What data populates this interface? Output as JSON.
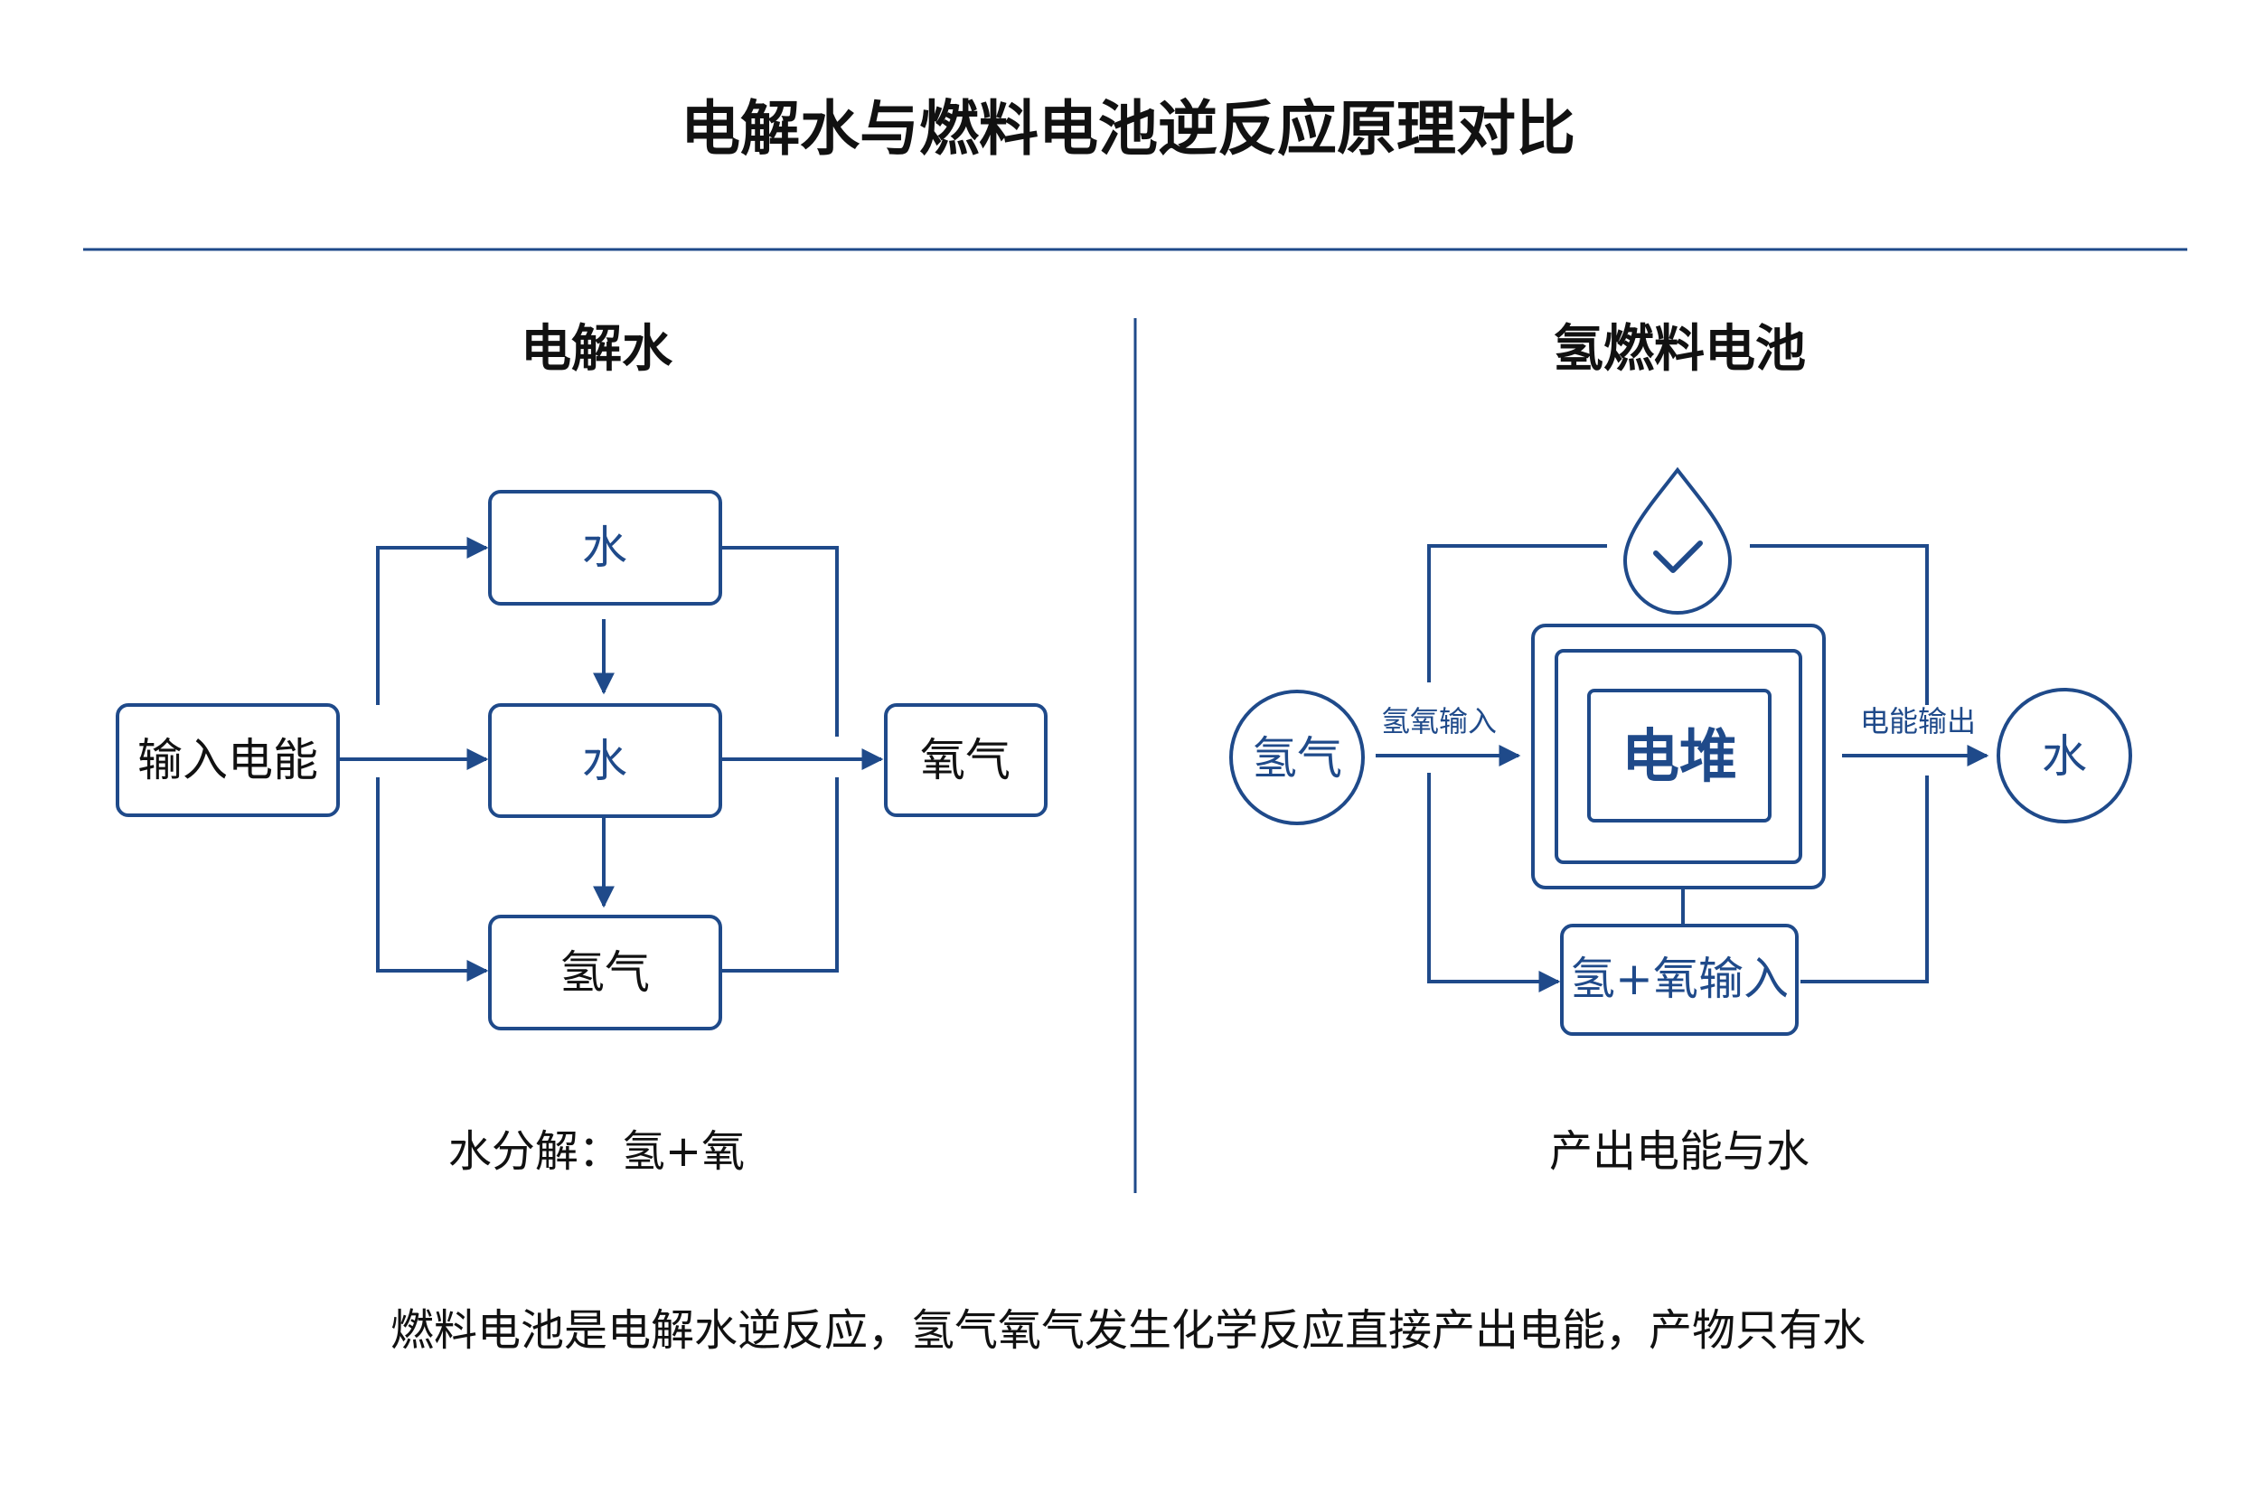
{
  "title": "电解水与燃料电池逆反应原理对比",
  "left": {
    "heading": "电解水",
    "input_label": "输入电能",
    "box_top": "水",
    "box_mid": "水",
    "box_bottom": "氢气",
    "output_label": "氧气",
    "caption": "水分解：氢+氧"
  },
  "right": {
    "heading": "氢燃料电池",
    "hydrogen_label": "氢气",
    "hydrogen_input_label": "氢氧输入",
    "stack_label": "电堆",
    "power_output_label": "电能输出",
    "water_label": "水",
    "mixed_input_label": "氢+氧输入",
    "caption": "产出电能与水",
    "top_icon": "water-drop-check-icon"
  },
  "footer": "燃料电池是电解水逆反应，氢气氧气发生化学反应直接产出电能，产物只有水",
  "colors": {
    "accent": "#1f4a8a",
    "text": "#111111"
  }
}
